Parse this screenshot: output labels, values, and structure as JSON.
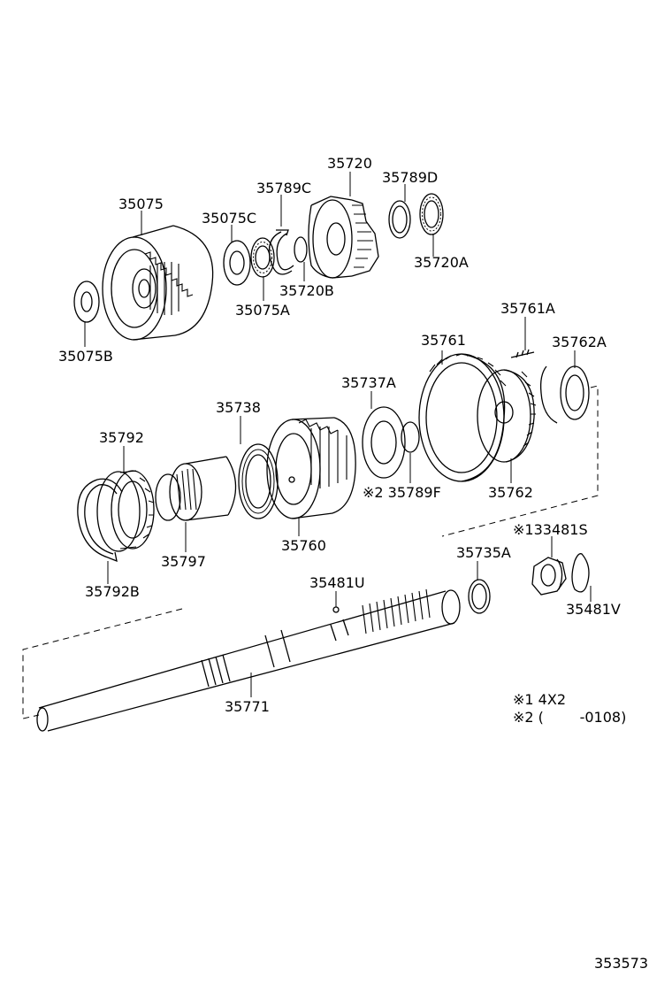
{
  "labels": {
    "p35075": "35075",
    "p35075B": "35075B",
    "p35075C": "35075C",
    "p35075A": "35075A",
    "p35789C": "35789C",
    "p35720": "35720",
    "p35720B": "35720B",
    "p35789D": "35789D",
    "p35720A": "35720A",
    "p35761A": "35761A",
    "p35761": "35761",
    "p35762A": "35762A",
    "p35737A": "35737A",
    "p35738": "35738",
    "p35792": "35792",
    "p35792B": "35792B",
    "p35797": "35797",
    "p35760": "35760",
    "p35789F": "※2 35789F",
    "p35762": "35762",
    "p133481S": "※133481S",
    "p35735A": "35735A",
    "p35481U": "35481U",
    "p35481V": "35481V",
    "p35771": "35771"
  },
  "notes": {
    "note1": "※1 4X2",
    "note2": "※2 (        -0108)"
  },
  "diagram_id": "353573"
}
